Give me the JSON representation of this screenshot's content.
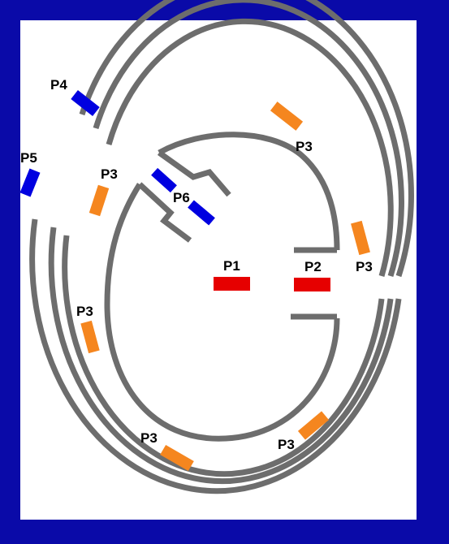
{
  "colors": {
    "background": "#0a0aa8",
    "panel": "#ffffff",
    "wall": "#6d6d6d",
    "red_marker": "#e60000",
    "orange_marker": "#f5861f",
    "blue_marker": "#0000e0",
    "text": "#000000"
  },
  "labels": {
    "p1": "P1",
    "p2": "P2",
    "p3": "P3",
    "p4": "P4",
    "p5": "P5",
    "p6": "P6"
  }
}
